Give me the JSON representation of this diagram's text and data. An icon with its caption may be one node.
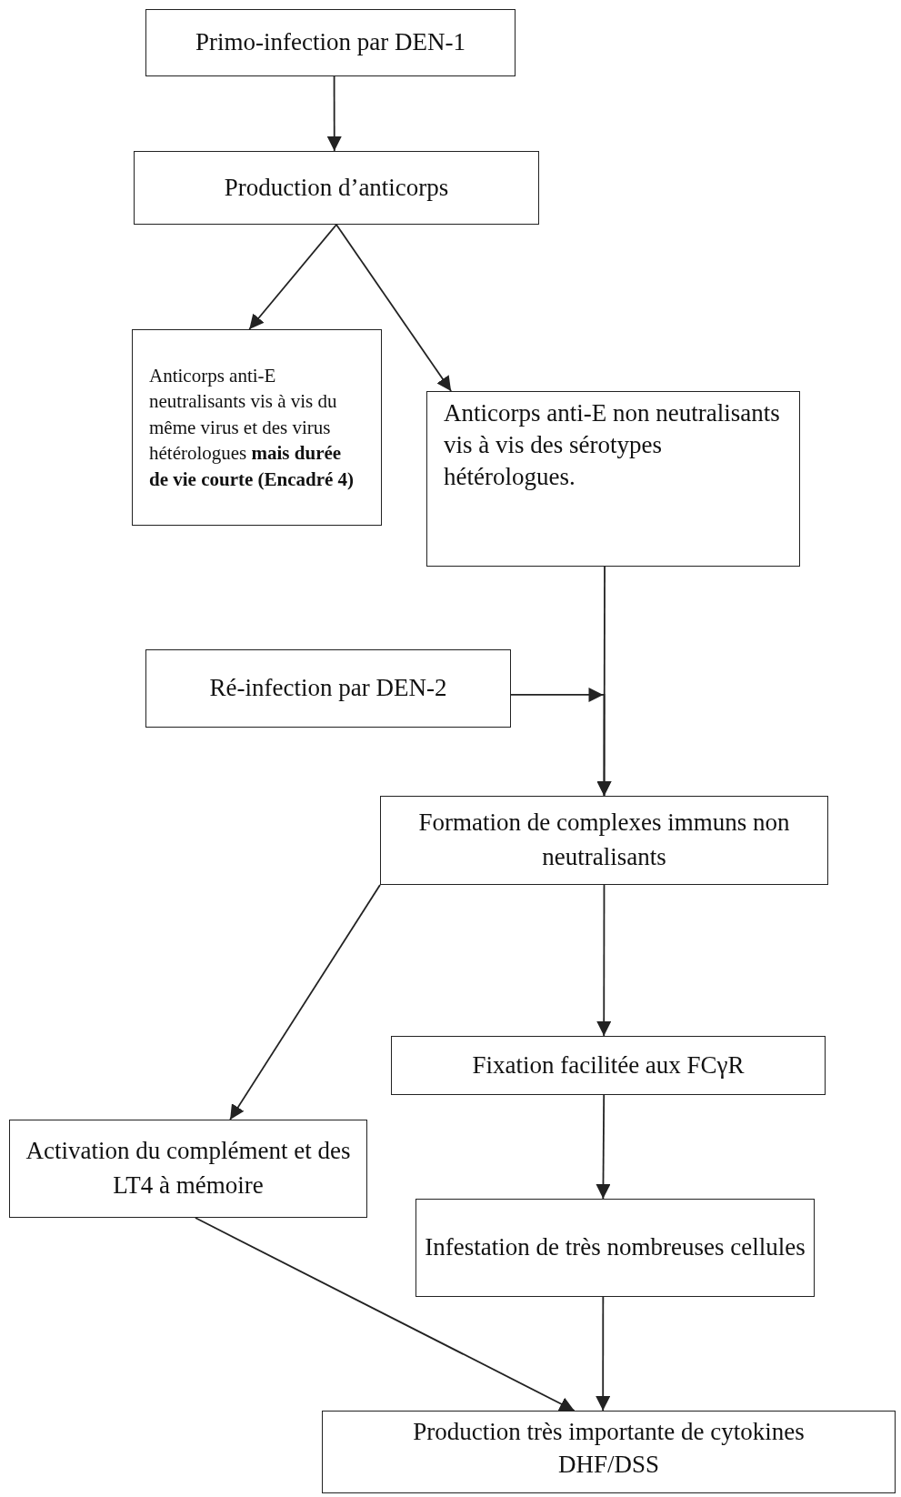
{
  "diagram": {
    "nodes": [
      {
        "text": [
          "Primo-infection par DEN-1"
        ]
      },
      {
        "text": [
          "Production d’anticorps"
        ]
      },
      {
        "text": [
          "Anticorps anti-E neutralisants vis à vis du même virus et des virus hétérologues **mais durée de vie courte (Encadré 4)**"
        ]
      },
      {
        "text": [
          "Anticorps anti-E non neutralisants vis à vis des sérotypes hétérologues."
        ]
      },
      {
        "text": [
          "Ré-infection par DEN-2"
        ]
      },
      {
        "text": [
          "Formation de complexes immuns non neutralisants"
        ]
      },
      {
        "text": [
          "Fixation facilitée aux FCγR"
        ]
      },
      {
        "text": [
          "Activation du complément et des LT4 à mémoire"
        ]
      },
      {
        "text": [
          "Infestation de très nombreuses cellules"
        ]
      },
      {
        "text": [
          "Production très importante de cytokines",
          "DHF/DSS"
        ]
      }
    ],
    "edges": [
      {
        "from": 0,
        "to": 1,
        "arrow": "to"
      },
      {
        "from": 1,
        "to": 2,
        "arrow": "to"
      },
      {
        "from": 1,
        "to": 3,
        "arrow": "to"
      },
      {
        "from": 3,
        "to": 5,
        "arrow": "to"
      },
      {
        "from": 4,
        "to": 5,
        "arrow": "to"
      },
      {
        "from": 5,
        "to": 6,
        "arrow": "to"
      },
      {
        "from": 5,
        "to": 7,
        "arrow": "to"
      },
      {
        "from": 6,
        "to": 8,
        "arrow": "to"
      },
      {
        "from": 8,
        "to": 9,
        "arrow": "to"
      },
      {
        "from": 7,
        "to": 9,
        "arrow": "to"
      }
    ]
  }
}
